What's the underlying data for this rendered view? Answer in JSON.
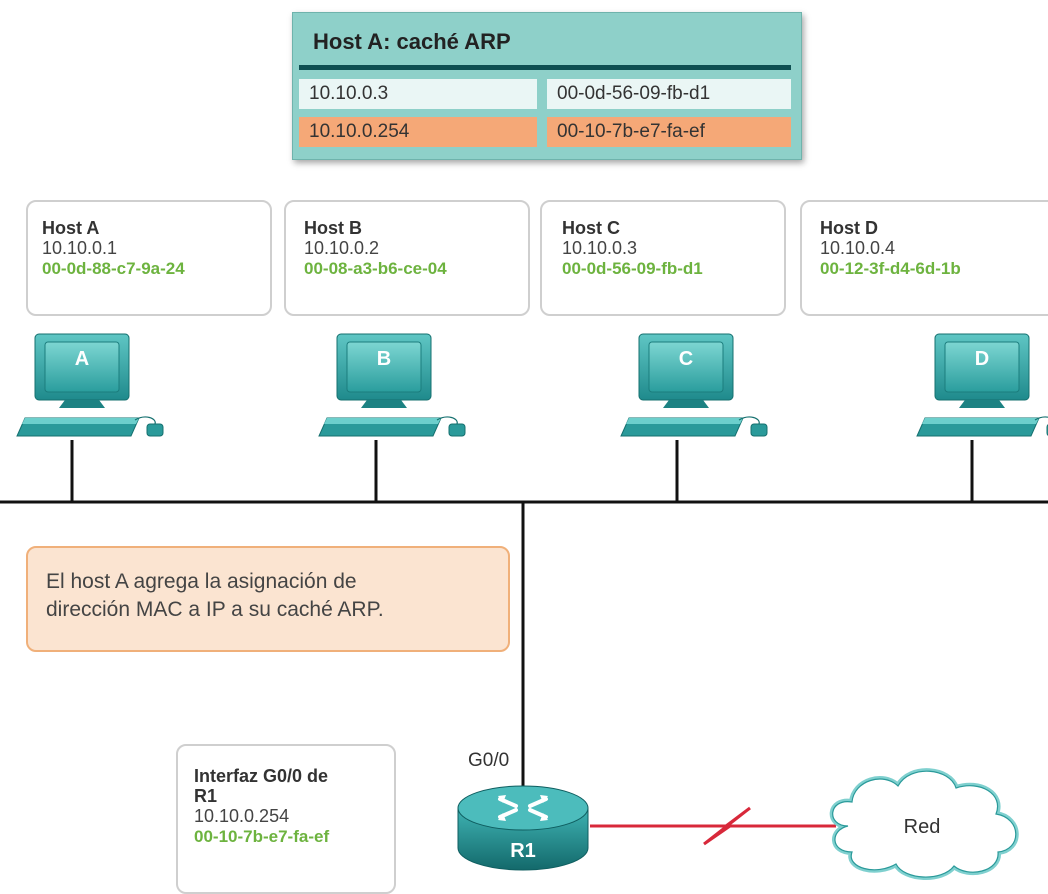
{
  "arp_cache": {
    "title": "Host A: caché ARP",
    "rows": [
      {
        "ip": "10.10.0.3",
        "mac": "00-0d-56-09-fb-d1"
      },
      {
        "ip": "10.10.0.254",
        "mac": "00-10-7b-e7-fa-ef"
      }
    ]
  },
  "hosts": [
    {
      "name": "Host A",
      "ip": "10.10.0.1",
      "mac": "00-0d-88-c7-9a-24",
      "letter": "A"
    },
    {
      "name": "Host B",
      "ip": "10.10.0.2",
      "mac": "00-08-a3-b6-ce-04",
      "letter": "B"
    },
    {
      "name": "Host C",
      "ip": "10.10.0.3",
      "mac": "00-0d-56-09-fb-d1",
      "letter": "C"
    },
    {
      "name": "Host D",
      "ip": "10.10.0.4",
      "mac": "00-12-3f-d4-6d-1b",
      "letter": "D"
    }
  ],
  "note": {
    "line1": "El host A agrega la asignación de",
    "line2": "dirección MAC a IP a su caché ARP."
  },
  "router": {
    "interface_label": "G0/0",
    "name": "R1",
    "card_title_line1": "Interfaz G0/0 de",
    "card_title_line2": "R1",
    "ip": "10.10.0.254",
    "mac": "00-10-7b-e7-fa-ef"
  },
  "cloud": {
    "label": "Red"
  },
  "colors": {
    "teal": "#2a9a9a",
    "mac_green": "#6db33f",
    "arp_highlight": "#f5a877",
    "wan_link": "#d8283a"
  }
}
